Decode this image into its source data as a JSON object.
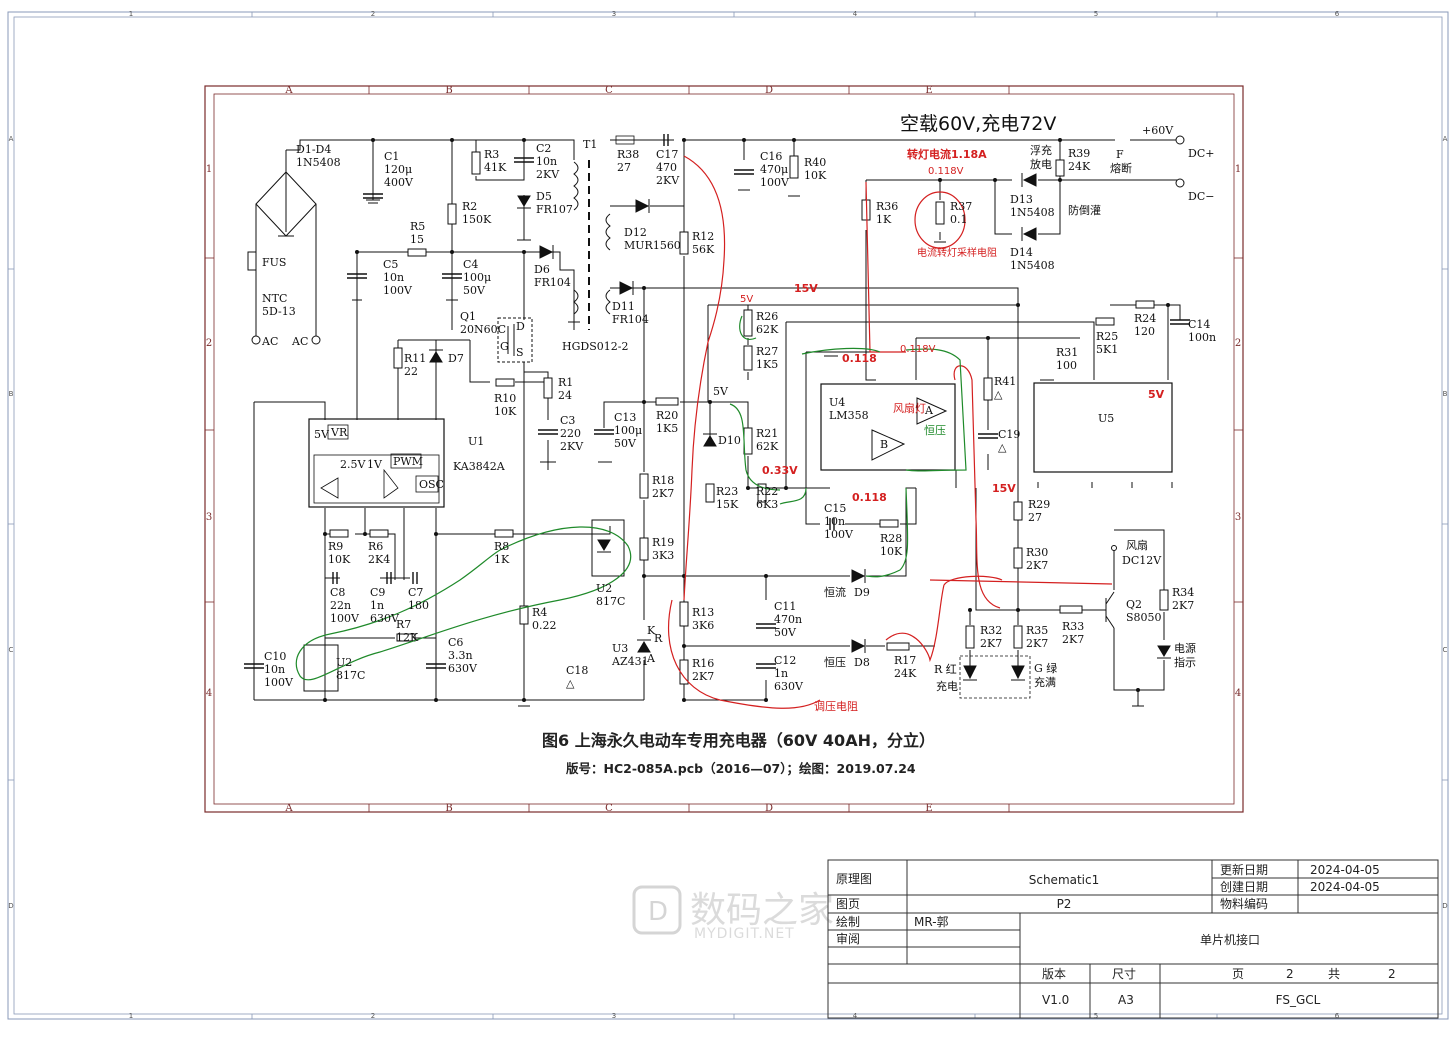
{
  "frame": {
    "cols": [
      "1",
      "2",
      "3",
      "4",
      "5",
      "6"
    ],
    "rows": [
      "A",
      "B",
      "C",
      "D"
    ]
  },
  "inner_frame": {
    "cols": [
      "A",
      "B",
      "C",
      "D",
      "E"
    ],
    "rows": [
      "1",
      "2",
      "3",
      "4"
    ]
  },
  "headline": "空载60V,充电72V",
  "components": [
    {
      "key": "d1d4",
      "name": "D1-D4",
      "value": "1N5408"
    },
    {
      "key": "c1",
      "name": "C1",
      "value": "120μ",
      "extra": "400V"
    },
    {
      "key": "r3",
      "name": "R3",
      "value": "41K"
    },
    {
      "key": "c2",
      "name": "C2",
      "value": "10n",
      "extra": "2KV"
    },
    {
      "key": "t1",
      "name": "T1",
      "value": ""
    },
    {
      "key": "r38",
      "name": "R38",
      "value": "27"
    },
    {
      "key": "c17",
      "name": "C17",
      "value": "470",
      "extra": "2KV"
    },
    {
      "key": "c16",
      "name": "C16",
      "value": "470μ",
      "extra": "100V"
    },
    {
      "key": "r40",
      "name": "R40",
      "value": "10K"
    },
    {
      "key": "d5",
      "name": "D5",
      "value": "FR107"
    },
    {
      "key": "r2",
      "name": "R2",
      "value": "150K"
    },
    {
      "key": "r5",
      "name": "R5",
      "value": "15"
    },
    {
      "key": "c5",
      "name": "C5",
      "value": "10n",
      "extra": "100V"
    },
    {
      "key": "c4",
      "name": "C4",
      "value": "100μ",
      "extra": "50V"
    },
    {
      "key": "d6",
      "name": "D6",
      "value": "FR104"
    },
    {
      "key": "d12",
      "name": "D12",
      "value": "MUR1560"
    },
    {
      "key": "r12",
      "name": "R12",
      "value": "56K"
    },
    {
      "key": "fus",
      "name": "FUS",
      "value": ""
    },
    {
      "key": "ntc",
      "name": "NTC",
      "value": "5D-13"
    },
    {
      "key": "q1",
      "name": "Q1",
      "value": "20N60C"
    },
    {
      "key": "hgds",
      "name": "HGDS012-2",
      "value": ""
    },
    {
      "key": "d11",
      "name": "D11",
      "value": "FR104"
    },
    {
      "key": "r11",
      "name": "R11",
      "value": "22"
    },
    {
      "key": "d7",
      "name": "D7",
      "value": ""
    },
    {
      "key": "r10",
      "name": "R10",
      "value": "10K"
    },
    {
      "key": "r1",
      "name": "R1",
      "value": "24"
    },
    {
      "key": "c3",
      "name": "C3",
      "value": "220",
      "extra": "2KV"
    },
    {
      "key": "u1",
      "name": "U1",
      "value": "KA3842A"
    },
    {
      "key": "c13",
      "name": "C13",
      "value": "100μ",
      "extra": "50V"
    },
    {
      "key": "r20",
      "name": "R20",
      "value": "1K5"
    },
    {
      "key": "d10",
      "name": "D10",
      "value": ""
    },
    {
      "key": "r26",
      "name": "R26",
      "value": "62K"
    },
    {
      "key": "r27",
      "name": "R27",
      "value": "1K5"
    },
    {
      "key": "r21",
      "name": "R21",
      "value": "62K"
    },
    {
      "key": "r23",
      "name": "R23",
      "value": "15K"
    },
    {
      "key": "r22",
      "name": "R22",
      "value": "6K3"
    },
    {
      "key": "u4",
      "name": "U4",
      "value": "LM358"
    },
    {
      "key": "r36",
      "name": "R36",
      "value": "1K"
    },
    {
      "key": "r37",
      "name": "R37",
      "value": "0.1"
    },
    {
      "key": "d13",
      "name": "D13",
      "value": "1N5408"
    },
    {
      "key": "d14",
      "name": "D14",
      "value": "1N5408"
    },
    {
      "key": "r39",
      "name": "R39",
      "value": "24K"
    },
    {
      "key": "r41",
      "name": "R41",
      "value": "△"
    },
    {
      "key": "c19",
      "name": "C19",
      "value": "△"
    },
    {
      "key": "r31",
      "name": "R31",
      "value": "100"
    },
    {
      "key": "r25",
      "name": "R25",
      "value": "5K1"
    },
    {
      "key": "r24",
      "name": "R24",
      "value": "120"
    },
    {
      "key": "c14",
      "name": "C14",
      "value": "100n"
    },
    {
      "key": "u5",
      "name": "U5",
      "value": ""
    },
    {
      "key": "r9",
      "name": "R9",
      "value": "10K"
    },
    {
      "key": "r6",
      "name": "R6",
      "value": "2K4"
    },
    {
      "key": "r8",
      "name": "R8",
      "value": "1K"
    },
    {
      "key": "c8",
      "name": "C8",
      "value": "22n",
      "extra": "100V"
    },
    {
      "key": "c9",
      "name": "C9",
      "value": "1n",
      "extra": "630V"
    },
    {
      "key": "c7",
      "name": "C7",
      "value": "180"
    },
    {
      "key": "u2a",
      "name": "U2",
      "value": "817C"
    },
    {
      "key": "r18",
      "name": "R18",
      "value": "2K7"
    },
    {
      "key": "r19",
      "name": "R19",
      "value": "3K3"
    },
    {
      "key": "c15",
      "name": "C15",
      "value": "10n",
      "extra": "100V"
    },
    {
      "key": "r28",
      "name": "R28",
      "value": "10K"
    },
    {
      "key": "r29",
      "name": "R29",
      "value": "27"
    },
    {
      "key": "r30",
      "name": "R30",
      "value": "2K7"
    },
    {
      "key": "d9",
      "name": "D9",
      "value": "恒流"
    },
    {
      "key": "r4",
      "name": "R4",
      "value": "0.22"
    },
    {
      "key": "r13",
      "name": "R13",
      "value": "3K6"
    },
    {
      "key": "c11",
      "name": "C11",
      "value": "470n",
      "extra": "50V"
    },
    {
      "key": "u3",
      "name": "U3",
      "value": "AZ431"
    },
    {
      "key": "r16",
      "name": "R16",
      "value": "2K7"
    },
    {
      "key": "c12",
      "name": "C12",
      "value": "1n",
      "extra": "630V"
    },
    {
      "key": "d8",
      "name": "D8",
      "value": "恒压"
    },
    {
      "key": "r17",
      "name": "R17",
      "value": "24K"
    },
    {
      "key": "r32",
      "name": "R32",
      "value": "2K7"
    },
    {
      "key": "r35",
      "name": "R35",
      "value": "2K7"
    },
    {
      "key": "r33",
      "name": "R33",
      "value": "2K7"
    },
    {
      "key": "q2",
      "name": "Q2",
      "value": "S8050"
    },
    {
      "key": "r34",
      "name": "R34",
      "value": "2K7"
    },
    {
      "key": "c10",
      "name": "C10",
      "value": "10n",
      "extra": "100V"
    },
    {
      "key": "u2b",
      "name": "U2",
      "value": "817C"
    },
    {
      "key": "r7",
      "name": "R7",
      "value": "12K"
    },
    {
      "key": "c6",
      "name": "C6",
      "value": "3.3n",
      "extra": "630V"
    },
    {
      "key": "c18",
      "name": "C18",
      "value": "△"
    }
  ],
  "misc": {
    "ac1": "AC",
    "ac2": "AC",
    "plus60": "+60V",
    "dcp": "DC+",
    "dcm": "DC−",
    "fuse_f": "F",
    "fuse_txt": "熔断",
    "float": "浮充",
    "discharge": "放电",
    "anti": "防倒灌",
    "fan": "风扇",
    "fan_v": "DC12V",
    "power": "电源",
    "ind": "指示",
    "red": "R 红",
    "chg": "充电",
    "green": "G 绿",
    "full": "充满",
    "v5a": "5V",
    "v5b": "5V",
    "pwm": "PWM",
    "osc": "OSC",
    "vr": "VR",
    "v25": "2.5V",
    "v1": "1V",
    "opa": "A",
    "opb": "B",
    "k": "K",
    "r": "R",
    "a": "A",
    "g": "G",
    "d": "D",
    "s": "S"
  },
  "annotations": {
    "lamp_current": "转灯电流1.18A",
    "v0118a": "0.118V",
    "v0118b": "0.118V",
    "sense": "电流转灯采样电阻",
    "v15a": "15V",
    "v15b": "15V",
    "v5red": "5V",
    "v5u5": "5V",
    "v0118c": "0.118",
    "v033": "0.33V",
    "v0118d": "0.118",
    "fan_lamp": "风扇灯",
    "cv": "恒压",
    "trim": "调压电阻"
  },
  "caption": {
    "title": "图6   上海永久电动车专用充电器（60V 40AH，分立）",
    "subtitle": "版号：HC2-085A.pcb（2016—07）；绘图：2019.07.24"
  },
  "watermark": {
    "cn": "数码之家",
    "en": "MYDIGIT.NET"
  },
  "title_block": {
    "l_schematic": "原理图",
    "schematic": "Schematic1",
    "l_updated": "更新日期",
    "updated": "2024-04-05",
    "l_created": "创建日期",
    "created": "2024-04-05",
    "l_page": "图页",
    "page": "P2",
    "l_material": "物料编码",
    "l_drawn": "绘制",
    "drawn": "MR-郭",
    "l_review": "审阅",
    "title": "单片机接口",
    "l_version": "版本",
    "l_size": "尺寸",
    "l_pg": "页",
    "pg": "2",
    "l_total": "共",
    "total": "2",
    "version": "V1.0",
    "size": "A3",
    "fname": "FS_GCL"
  }
}
